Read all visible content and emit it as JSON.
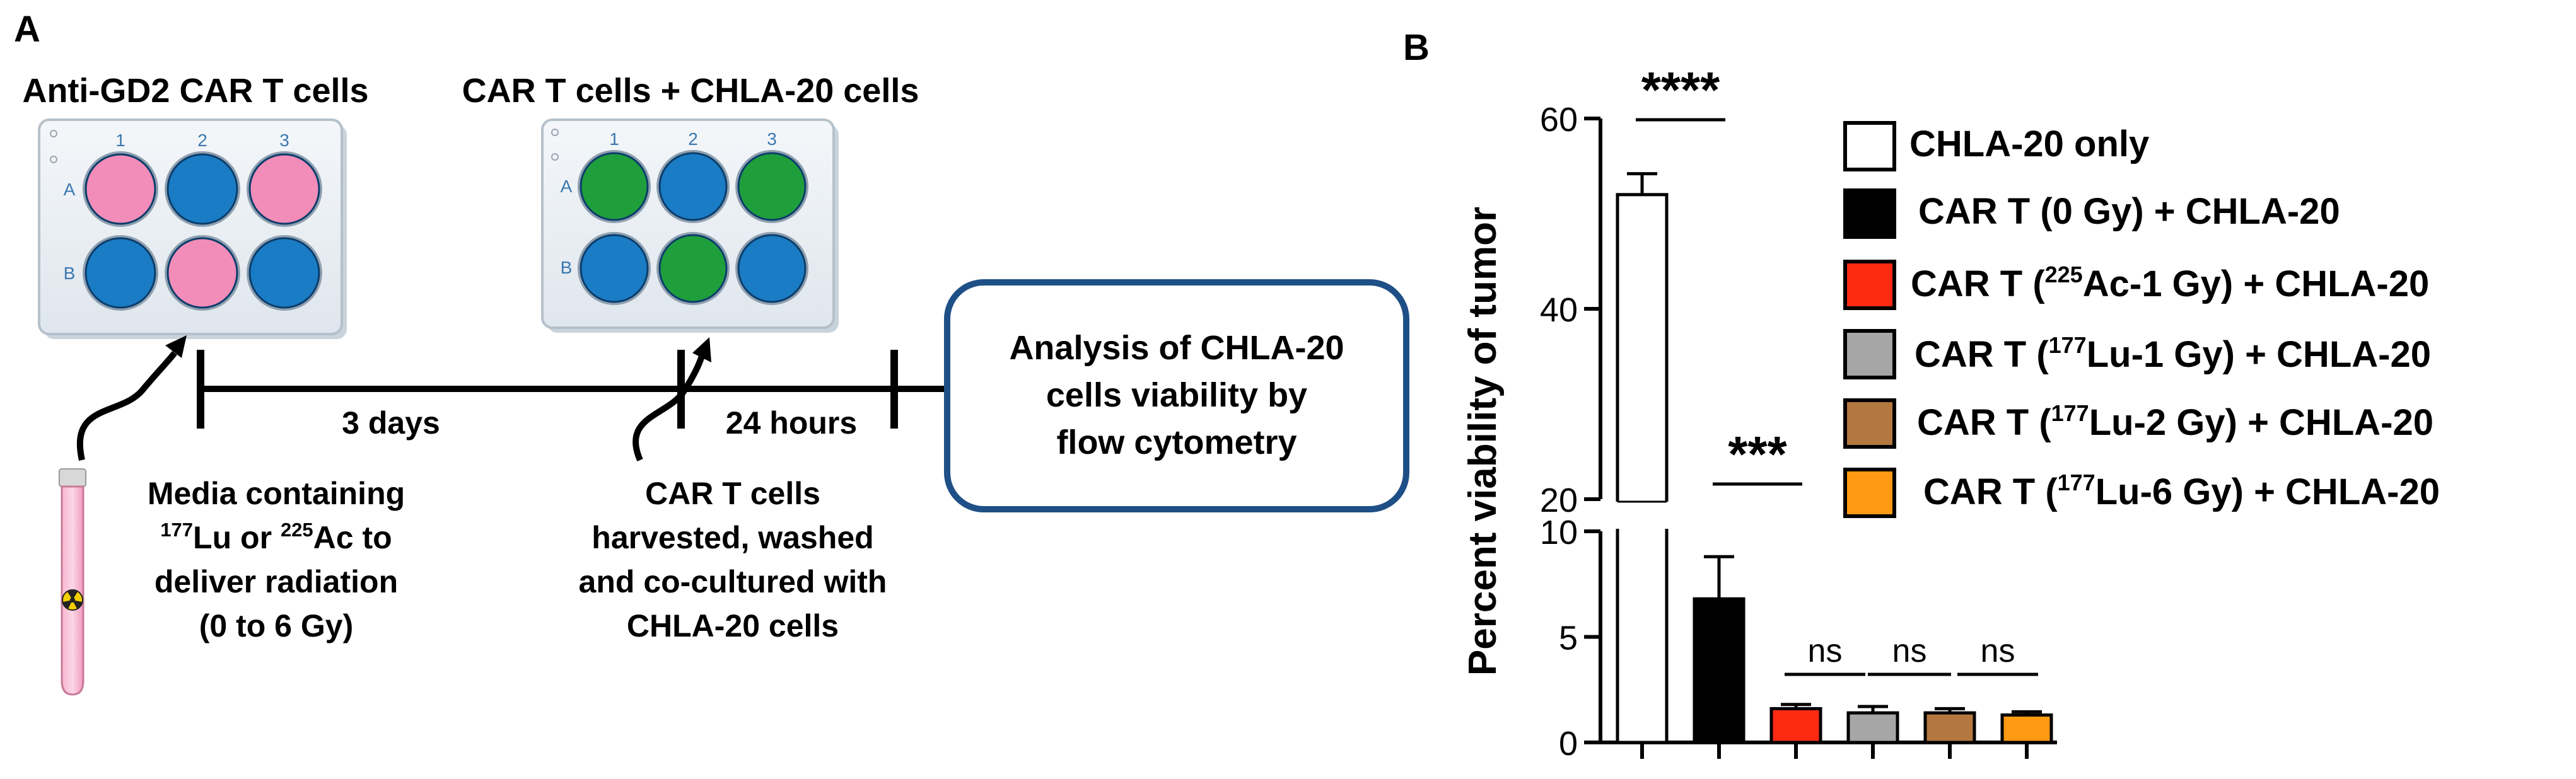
{
  "panel_a": {
    "label": "A",
    "plate1_title": "Anti-GD2 CAR T cells",
    "plate2_title": "CAR T cells + CHLA-20 cells",
    "col_labels": [
      "1",
      "2",
      "3"
    ],
    "row_labels": [
      "A",
      "B"
    ],
    "plate1_wells": [
      "pink",
      "blue",
      "pink",
      "blue",
      "pink",
      "blue"
    ],
    "plate2_wells": [
      "green",
      "blue",
      "green",
      "blue",
      "green",
      "blue"
    ],
    "step1_duration": "3 days",
    "step2_duration": "24 hours",
    "media_lines": [
      "Media containing",
      "177Lu or 225Ac to",
      "deliver radiation",
      "(0 to 6 Gy)"
    ],
    "harvest_lines": [
      "CAR T cells",
      "harvested, washed",
      "and co-cultured with",
      "CHLA-20 cells"
    ],
    "analysis_lines": [
      "Analysis of CHLA-20",
      "cells viability by",
      "flow cytometry"
    ],
    "colors": {
      "pink": "#f28cb8",
      "blue": "#1a7cc4",
      "green": "#1f9e3c",
      "box_border": "#1e4f86"
    }
  },
  "panel_b": {
    "label": "B",
    "ylabel": "Percent viability of tumor",
    "sig_top": "****",
    "sig_second": "***",
    "ns_label": "ns"
  },
  "chart_data": {
    "type": "bar",
    "ylabel": "Percent viability of tumor",
    "broken_axis": {
      "lower": [
        0,
        10
      ],
      "upper": [
        20,
        60
      ]
    },
    "yticks": [
      0,
      5,
      10,
      20,
      40,
      60
    ],
    "series": [
      {
        "name": "CHLA-20 only",
        "value": 52,
        "error": 2.2,
        "color": "#ffffff"
      },
      {
        "name": "CAR T (0 Gy) + CHLA-20",
        "value": 6.8,
        "error": 2.0,
        "color": "#000000"
      },
      {
        "name": "CAR T (225Ac-1 Gy) + CHLA-20",
        "value": 1.6,
        "error": 0.2,
        "color": "#ff2a12"
      },
      {
        "name": "CAR T (177Lu-1 Gy) + CHLA-20",
        "value": 1.4,
        "error": 0.3,
        "color": "#a6a6a6"
      },
      {
        "name": "CAR T (177Lu-2 Gy) + CHLA-20",
        "value": 1.4,
        "error": 0.2,
        "color": "#b3783f"
      },
      {
        "name": "CAR T (177Lu-6 Gy) + CHLA-20",
        "value": 1.3,
        "error": 0.15,
        "color": "#ff9a12"
      }
    ],
    "significance": [
      "****",
      "***",
      "ns",
      "ns",
      "ns"
    ]
  }
}
